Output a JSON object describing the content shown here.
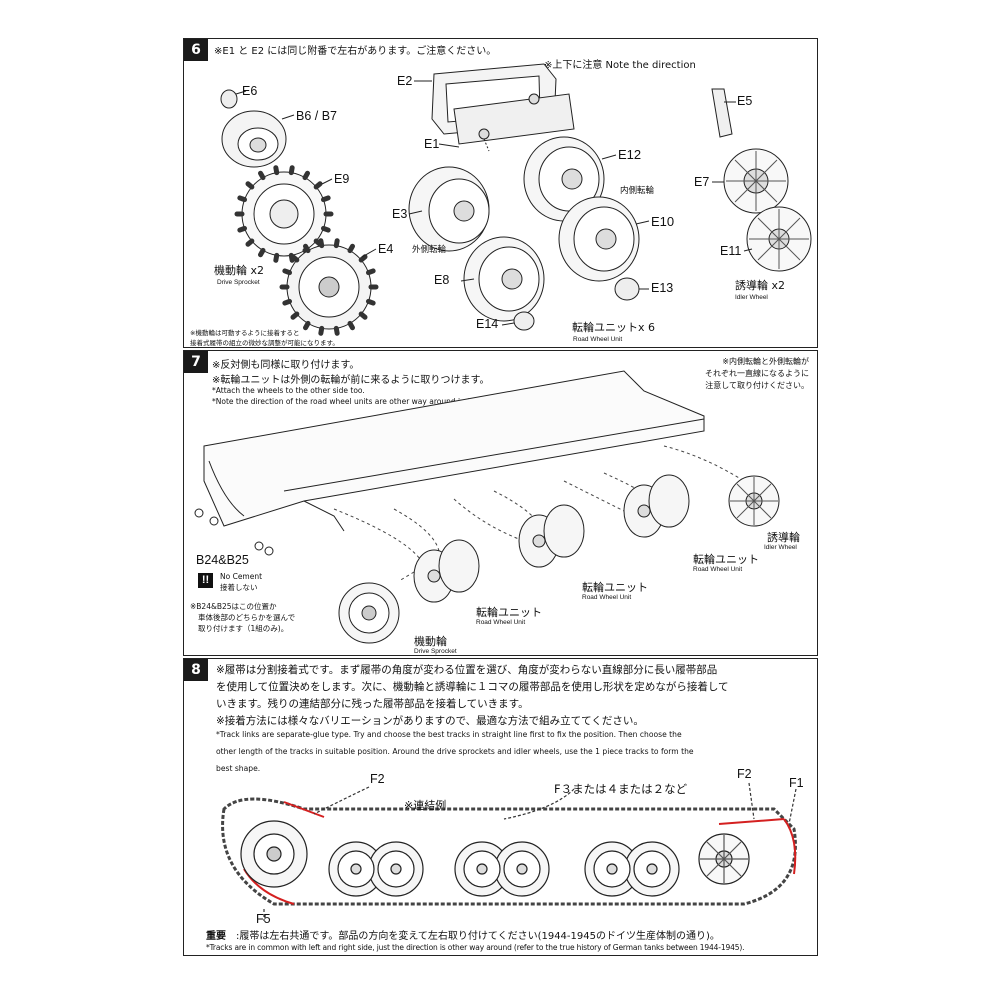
{
  "step6": {
    "number": "6",
    "note": "※E1 と E2 には同じ附番で左右があります。ご注意ください。",
    "direction_note": "※上下に注意 Note the direction",
    "labels": {
      "e6": "E6",
      "b6b7": "B6 / B7",
      "e9": "E9",
      "e4": "E4",
      "e2": "E2",
      "e1": "E1",
      "e3": "E3",
      "e12": "E12",
      "e10": "E10",
      "e8": "E8",
      "e13": "E13",
      "e14": "E14",
      "e5": "E5",
      "e7": "E7",
      "e11": "E11"
    },
    "inner_wheel": "内側転輪",
    "outer_wheel": "外側転輪",
    "drive_sprocket_jp": "機動輪 x2",
    "drive_sprocket_en": "Drive Sprocket",
    "road_wheel_jp": "転輪ユニットx 6",
    "road_wheel_en": "Road Wheel Unit",
    "idler_jp": "誘導輪 x2",
    "idler_en": "Idler Wheel",
    "footnote_1": "※機動輪は可動するように接着すると",
    "footnote_2": "接着式履帯の組立の微妙な調整が可能になります。"
  },
  "step7": {
    "number": "7",
    "note_1": "※反対側も同様に取り付けます。",
    "note_2": "※転輪ユニットは外側の転輪が前に来るように取りつけます。",
    "note_3": "*Attach the wheels to the other side too.",
    "note_4": "*Note the direction of the road wheel units are other way around in the opposit side.",
    "right_note_1": "※内側転輪と外側転輪が",
    "right_note_2": "それぞれ一直線になるように",
    "right_note_3": "注意して取り付けください。",
    "b24": "B24&B25",
    "no_cement_en": "No Cement",
    "no_cement_jp": "接着しない",
    "warn_mark": "!!",
    "b_note_1": "※B24&B25はこの位置か",
    "b_note_2": "車体後部のどちらかを選んで",
    "b_note_3": "取り付けます（1組のみ)。",
    "drive_jp": "機動輪",
    "drive_en": "Drive Sprocket",
    "road_jp": "転輪ユニット",
    "road_en": "Road Wheel Unit",
    "idler_jp": "誘導輪",
    "idler_en": "Idler Wheel"
  },
  "step8": {
    "number": "8",
    "jp_1": "※履帯は分割接着式です。まず履帯の角度が変わる位置を選び、角度が変わらない直線部分に長い履帯部品",
    "jp_2": "を使用して位置決めをします。次に、機動輪と誘導輪に１コマの履帯部品を使用し形状を定めながら接着して",
    "jp_3": "いきます。残りの連結部分に残った履帯部品を接着していきます。",
    "jp_4": "※接着方法には様々なバリエーションがありますので、最適な方法で組み立ててください。",
    "en_1": "*Track links are separate-glue type. Try and choose the best tracks in straight line first to fix the position. Then choose the",
    "en_2": "other length of the tracks in suitable position. Around the drive sprockets and idler wheels, use the 1 piece tracks to form the",
    "en_3": "best shape.",
    "f2_left": "F2",
    "example": "※連結例",
    "f3": "F３または４または２など",
    "f2_right": "F2",
    "f1": "F1",
    "f5": "F5",
    "important_label": "重要",
    "important_text": ":履帯は左右共通です。部品の方向を変えて左右取り付けてください(1944-1945のドイツ生産体制の通り)。",
    "tracks_note": "*Tracks are in common with left and right side, just the direction is other way around (refer to the true history of German tanks between 1944-1945).",
    "track_highlight_color": "#d42020"
  }
}
